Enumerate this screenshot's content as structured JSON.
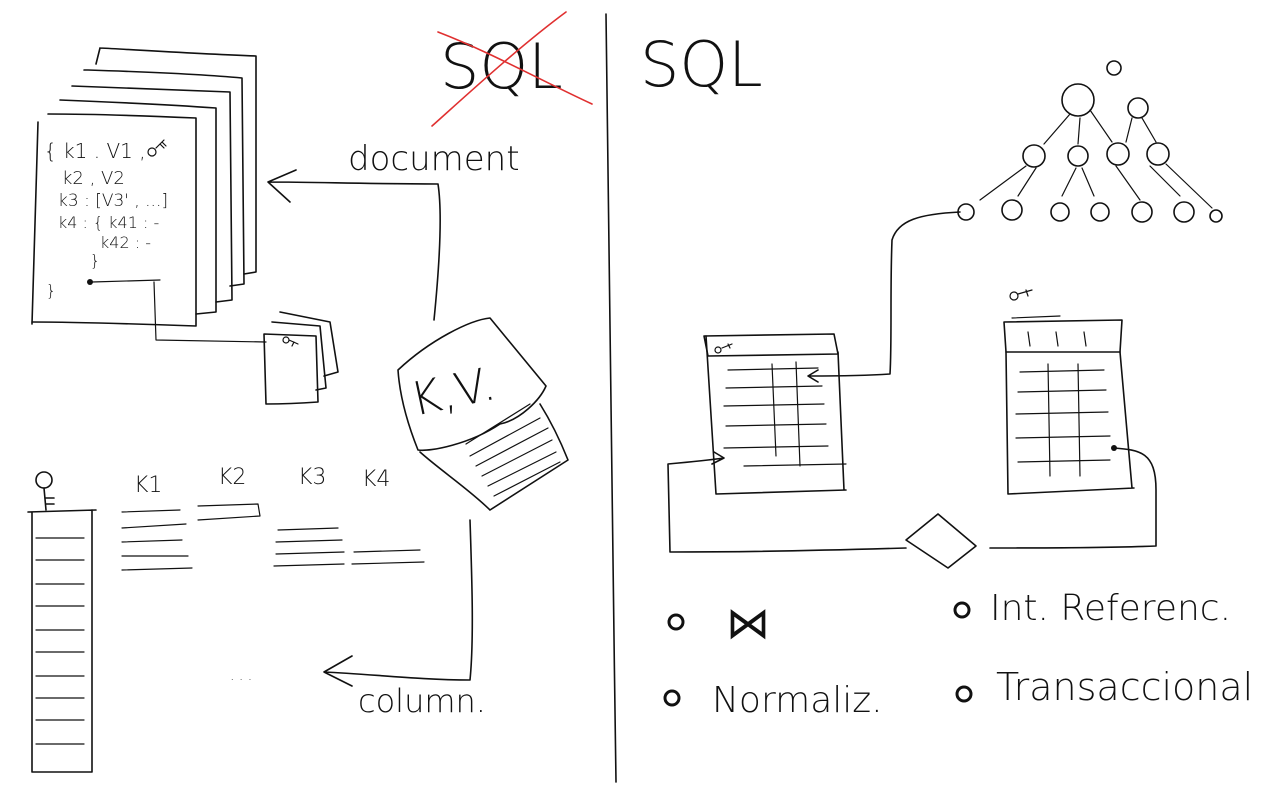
{
  "colors": {
    "ink": "#111111",
    "strike": "#e03030",
    "paper": "#ffffff"
  },
  "left": {
    "heading": "SQL",
    "heading_struck": true,
    "document_label": "document",
    "column_label": "column.",
    "kv_label": "K,V.",
    "doc_lines": [
      "{ k1 . V1 ,",
      "k2 , V2",
      "k3 : [V3' , ...]",
      "k4 : { k41 : -",
      "k42 : -",
      "}",
      "}"
    ],
    "column_keys": [
      "K1",
      "K2",
      "K3",
      "K4"
    ],
    "icons": [
      "key-icon"
    ]
  },
  "right": {
    "heading": "SQL",
    "features": [
      "⋈",
      "Int. Referenc.",
      "Normaliz.",
      "Transaccional"
    ],
    "icons": [
      "key-icon",
      "btree-icon",
      "relation-diamond-icon"
    ]
  }
}
